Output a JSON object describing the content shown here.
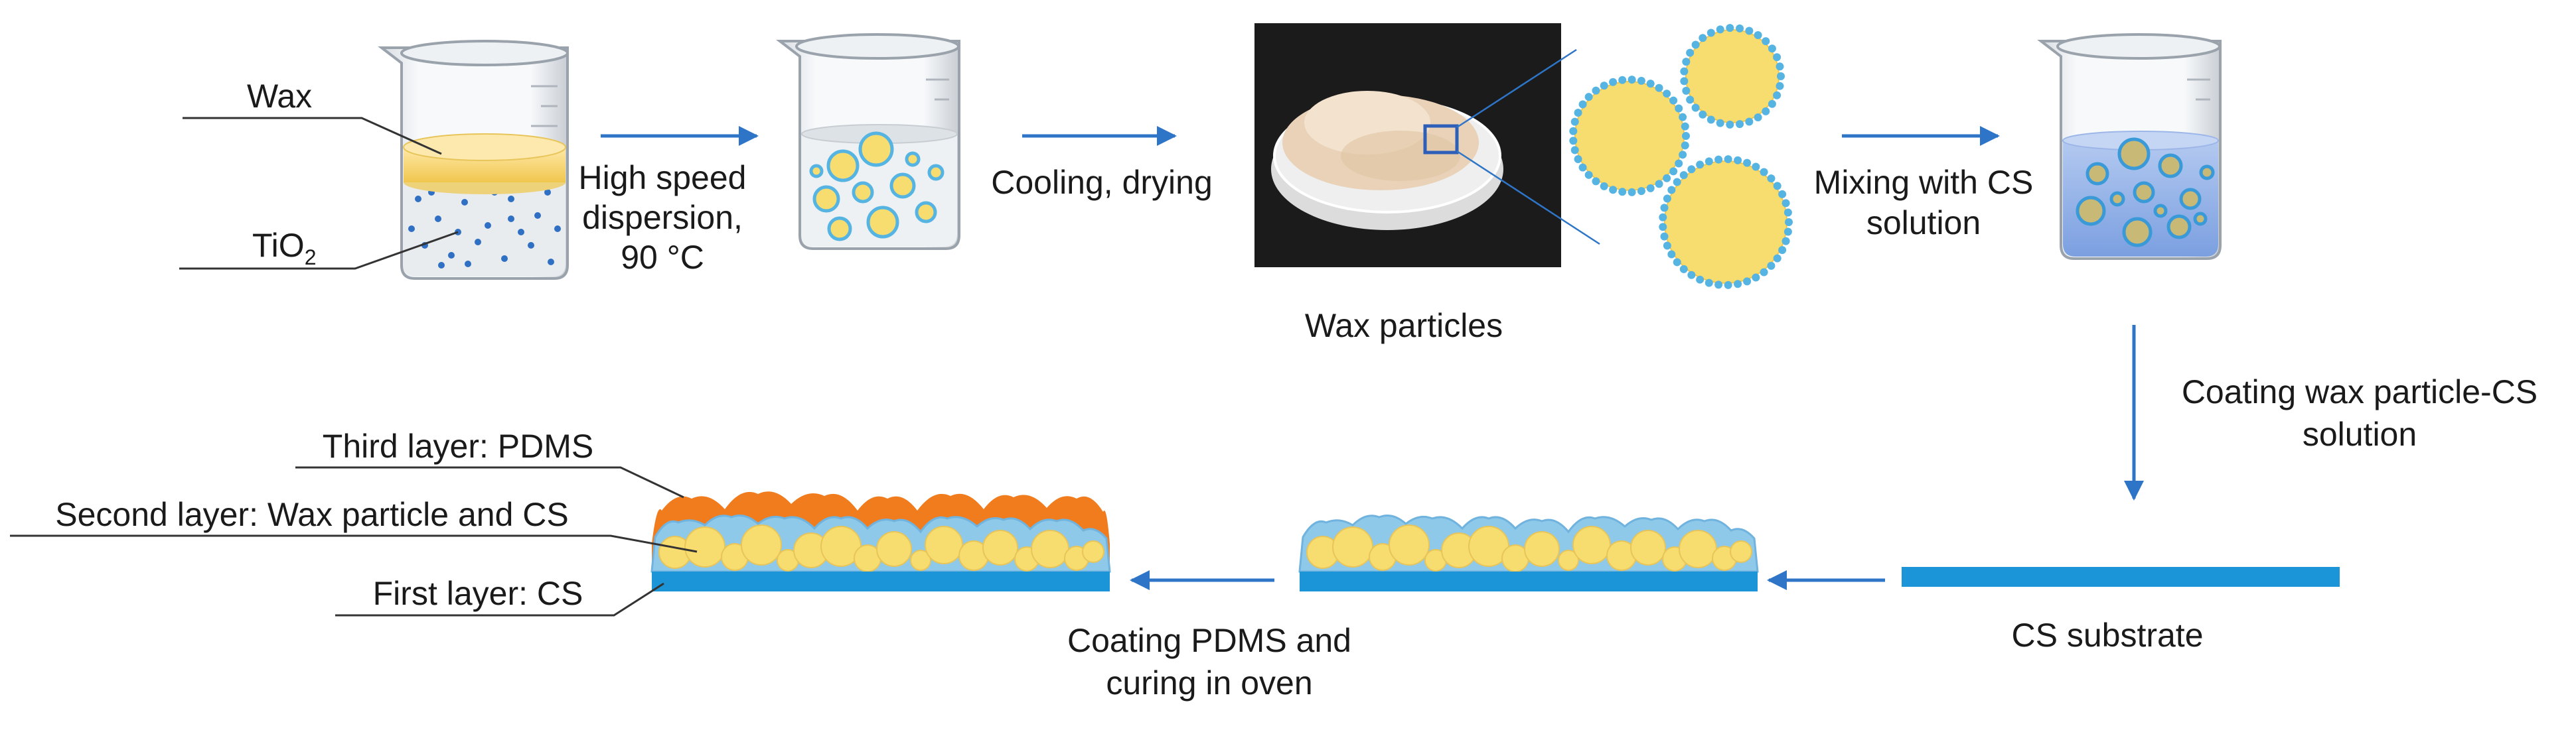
{
  "labels": {
    "wax": "Wax",
    "tio2_main": "TiO",
    "tio2_sub": "2",
    "high_speed_1": "High speed",
    "high_speed_2": "dispersion,",
    "high_speed_3": "90 °C",
    "cooling": "Cooling, drying",
    "wax_particles": "Wax particles",
    "mixing_1": "Mixing with CS",
    "mixing_2": "solution",
    "coating_cs_1": "Coating wax particle-CS",
    "coating_cs_2": "solution",
    "cs_substrate": "CS substrate",
    "coating_pdms_1": "Coating PDMS and",
    "coating_pdms_2": "curing in oven",
    "third_layer": "Third layer: PDMS",
    "second_layer": "Second layer: Wax particle and CS",
    "first_layer": "First layer: CS"
  },
  "colors": {
    "arrow": "#2e75c8",
    "wax_yellow": "#f7dc6f",
    "tio2_blue": "#56b4e3",
    "substrate_blue": "#1c95d8",
    "pdms_orange": "#f07c1e",
    "cs_solution": "#8fb0e6"
  }
}
